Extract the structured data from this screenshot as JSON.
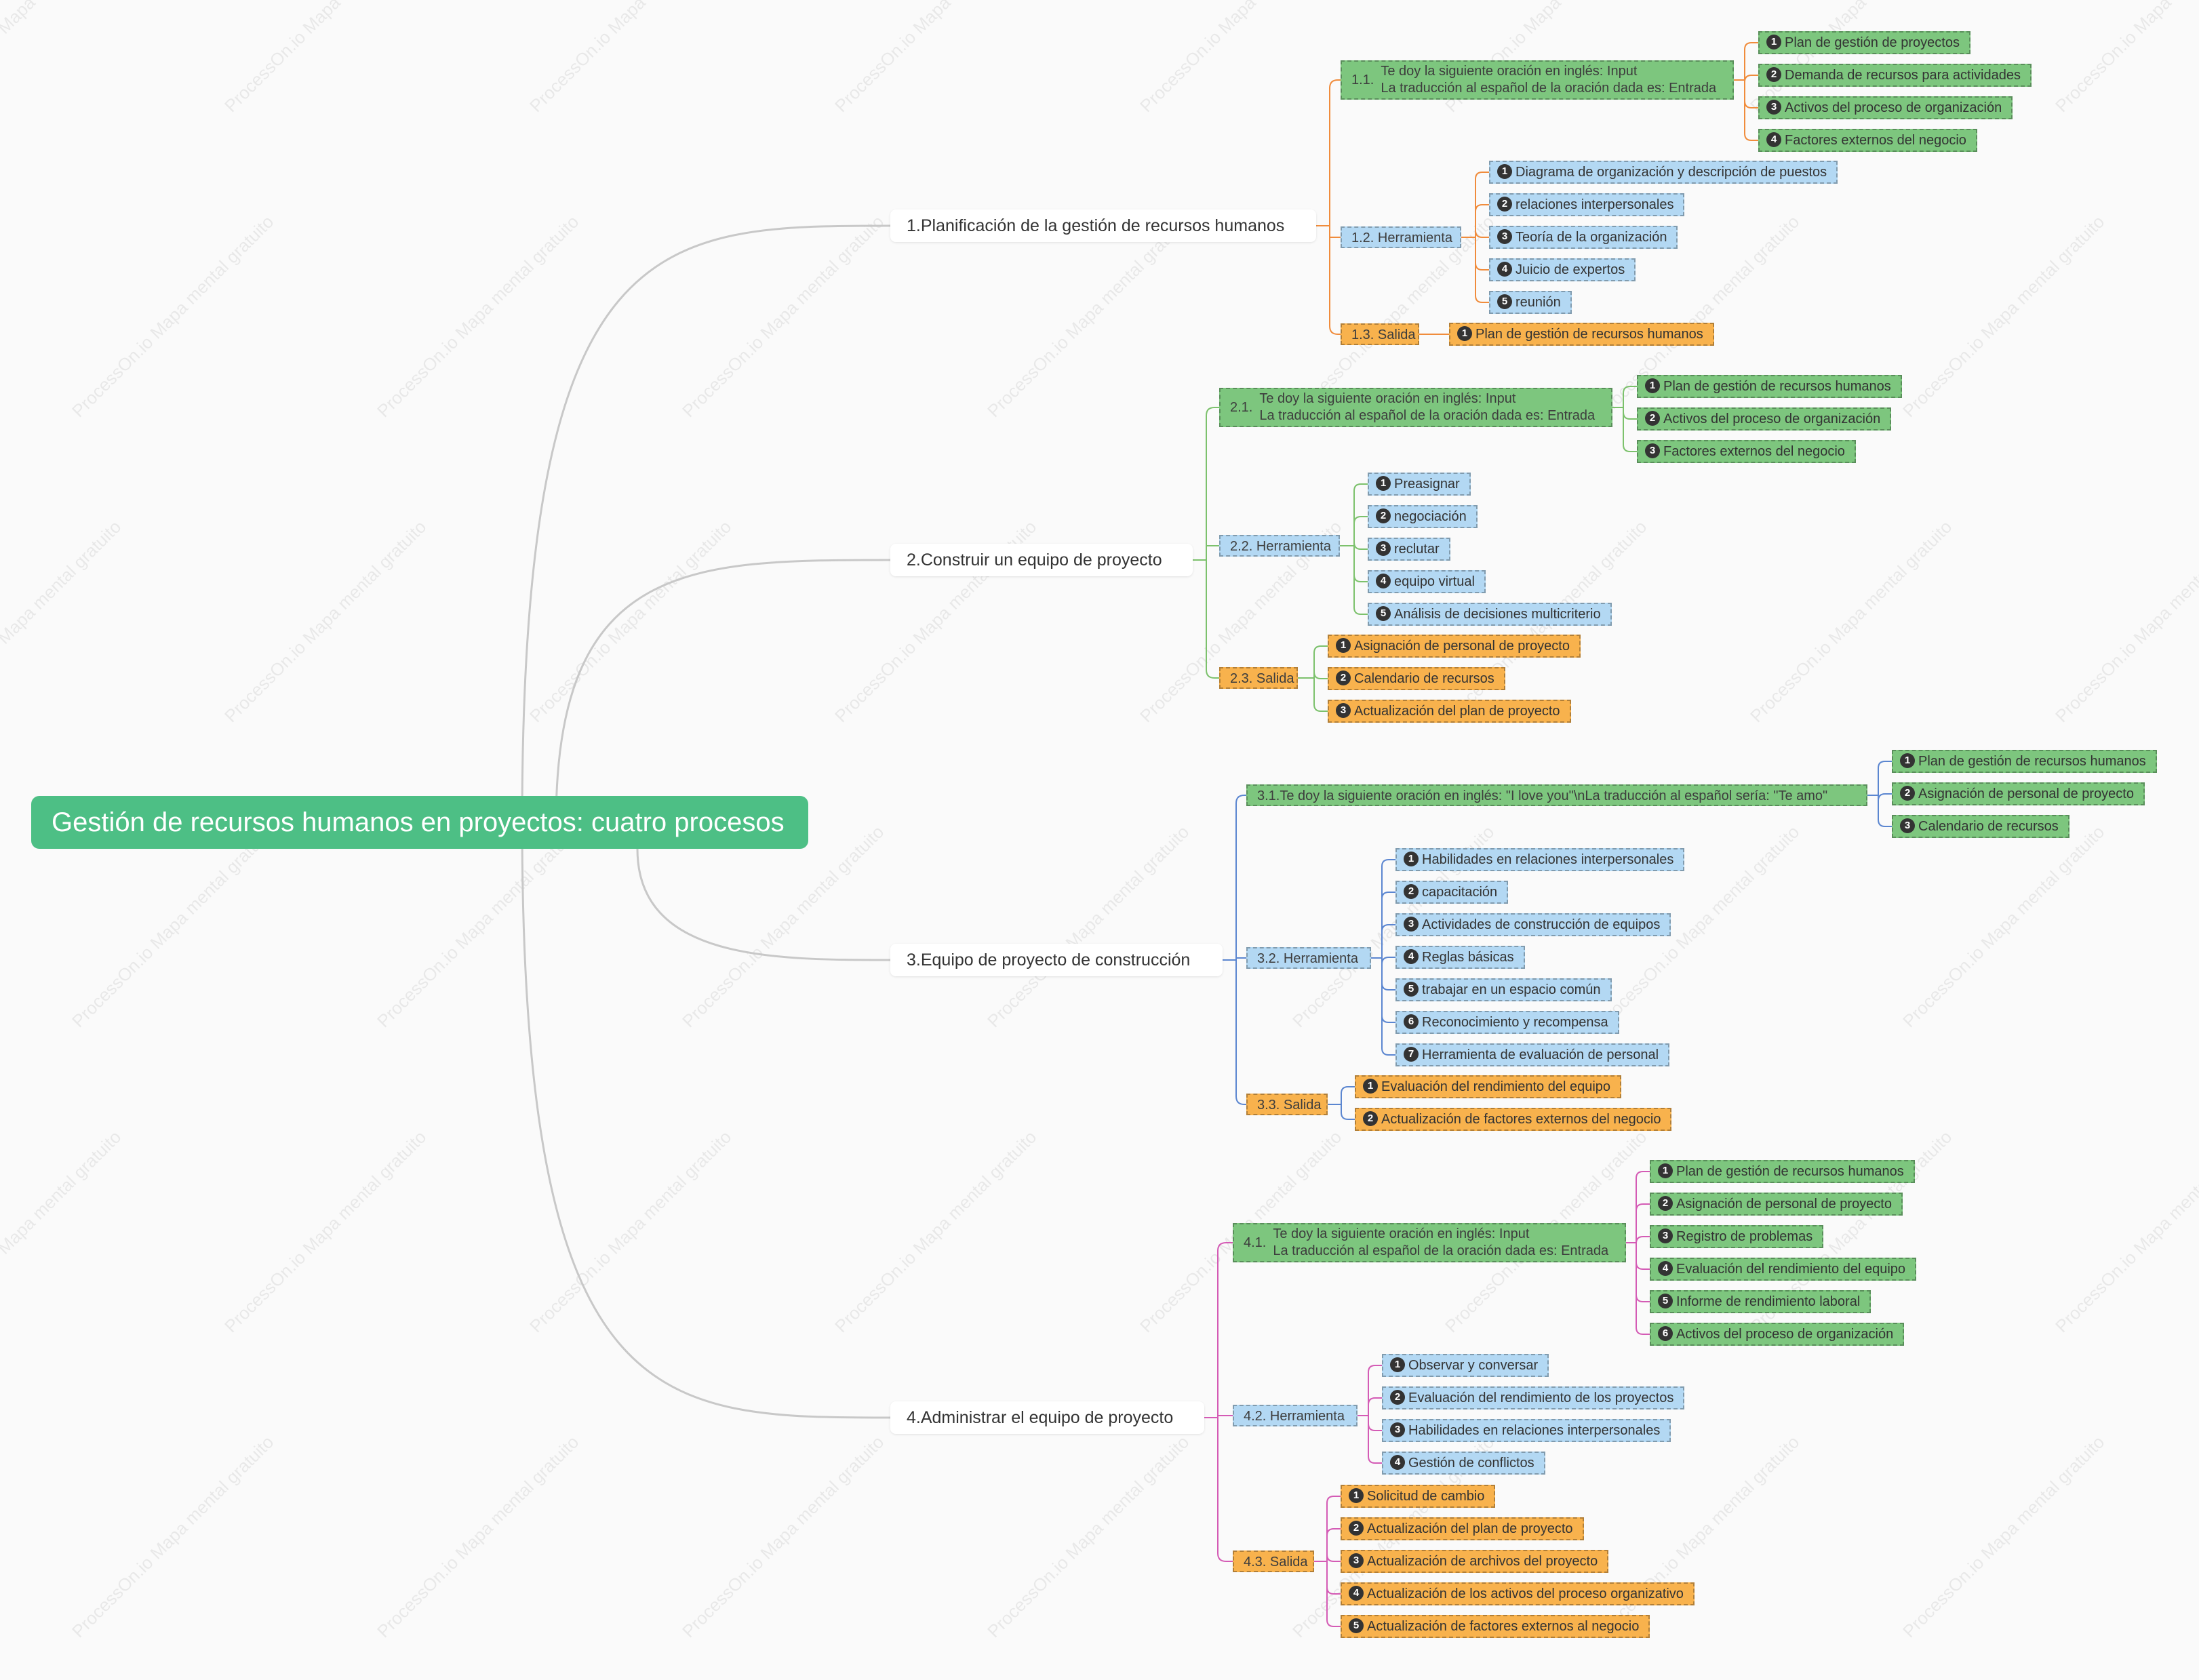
{
  "watermark": "ProcessOn.io Mapa mental gratuito",
  "colors": {
    "root": "#4dbf85",
    "input": "#7dc67e",
    "tool": "#b3d8f3",
    "output": "#f8b24d",
    "trunk": "#c8c8c8",
    "branch_lines": [
      "#f08c3c",
      "#7cc16c",
      "#5b86d0",
      "#d45bb5"
    ]
  },
  "root": {
    "title": "Gestión de recursos humanos en proyectos: cuatro procesos"
  },
  "branches": [
    {
      "label": "1.Planificación de la gestión de recursos humanos",
      "input": {
        "label": "1.1.",
        "text": "Te doy la siguiente oración en inglés: Input\nLa traducción al español de la oración dada es: Entrada",
        "items": [
          "Plan de gestión de proyectos",
          "Demanda de recursos para actividades",
          "Activos del proceso de organización",
          "Factores externos del negocio"
        ]
      },
      "tool": {
        "label": "1.2. Herramienta",
        "items": [
          "Diagrama de organización y descripción de puestos",
          "relaciones interpersonales",
          "Teoría de la organización",
          "Juicio de expertos",
          "reunión"
        ]
      },
      "output": {
        "label": "1.3. Salida",
        "items": [
          "Plan de gestión de recursos humanos"
        ]
      }
    },
    {
      "label": "2.Construir un equipo de proyecto",
      "input": {
        "label": "2.1.",
        "text": "Te doy la siguiente oración en inglés: Input\nLa traducción al español de la oración dada es: Entrada",
        "items": [
          "Plan de gestión de recursos humanos",
          "Activos del proceso de organización",
          "Factores externos del negocio"
        ]
      },
      "tool": {
        "label": "2.2. Herramienta",
        "items": [
          "Preasignar",
          "negociación",
          "reclutar",
          "equipo virtual",
          "Análisis de decisiones multicriterio"
        ]
      },
      "output": {
        "label": "2.3. Salida",
        "items": [
          "Asignación de personal de proyecto",
          "Calendario de recursos",
          "Actualización del plan de proyecto"
        ]
      }
    },
    {
      "label": "3.Equipo de proyecto de construcción",
      "input": {
        "label": "3.1.",
        "text": "Te doy la siguiente oración en inglés: \"I love you\"\\nLa traducción al español sería: \"Te amo\"",
        "items": [
          "Plan de gestión de recursos humanos",
          "Asignación de personal de proyecto",
          "Calendario de recursos"
        ]
      },
      "tool": {
        "label": "3.2. Herramienta",
        "items": [
          "Habilidades en relaciones interpersonales",
          "capacitación",
          "Actividades de construcción de equipos",
          "Reglas básicas",
          "trabajar en un espacio común",
          "Reconocimiento y recompensa",
          "Herramienta de evaluación de personal"
        ]
      },
      "output": {
        "label": "3.3. Salida",
        "items": [
          "Evaluación del rendimiento del equipo",
          "Actualización de factores externos del negocio"
        ]
      }
    },
    {
      "label": "4.Administrar el equipo de proyecto",
      "input": {
        "label": "4.1.",
        "text": "Te doy la siguiente oración en inglés: Input\nLa traducción al español de la oración dada es: Entrada",
        "items": [
          "Plan de gestión de recursos humanos",
          "Asignación de personal de proyecto",
          "Registro de problemas",
          "Evaluación del rendimiento del equipo",
          "Informe de rendimiento laboral",
          "Activos del proceso de organización"
        ]
      },
      "tool": {
        "label": "4.2. Herramienta",
        "items": [
          "Observar y conversar",
          "Evaluación del rendimiento de los proyectos",
          "Habilidades en relaciones interpersonales",
          "Gestión de conflictos"
        ]
      },
      "output": {
        "label": "4.3. Salida",
        "items": [
          "Solicitud de cambio",
          "Actualización del plan de proyecto",
          "Actualización de archivos del proyecto",
          "Actualización de los activos del proceso organizativo",
          "Actualización de factores externos al negocio"
        ]
      }
    }
  ]
}
